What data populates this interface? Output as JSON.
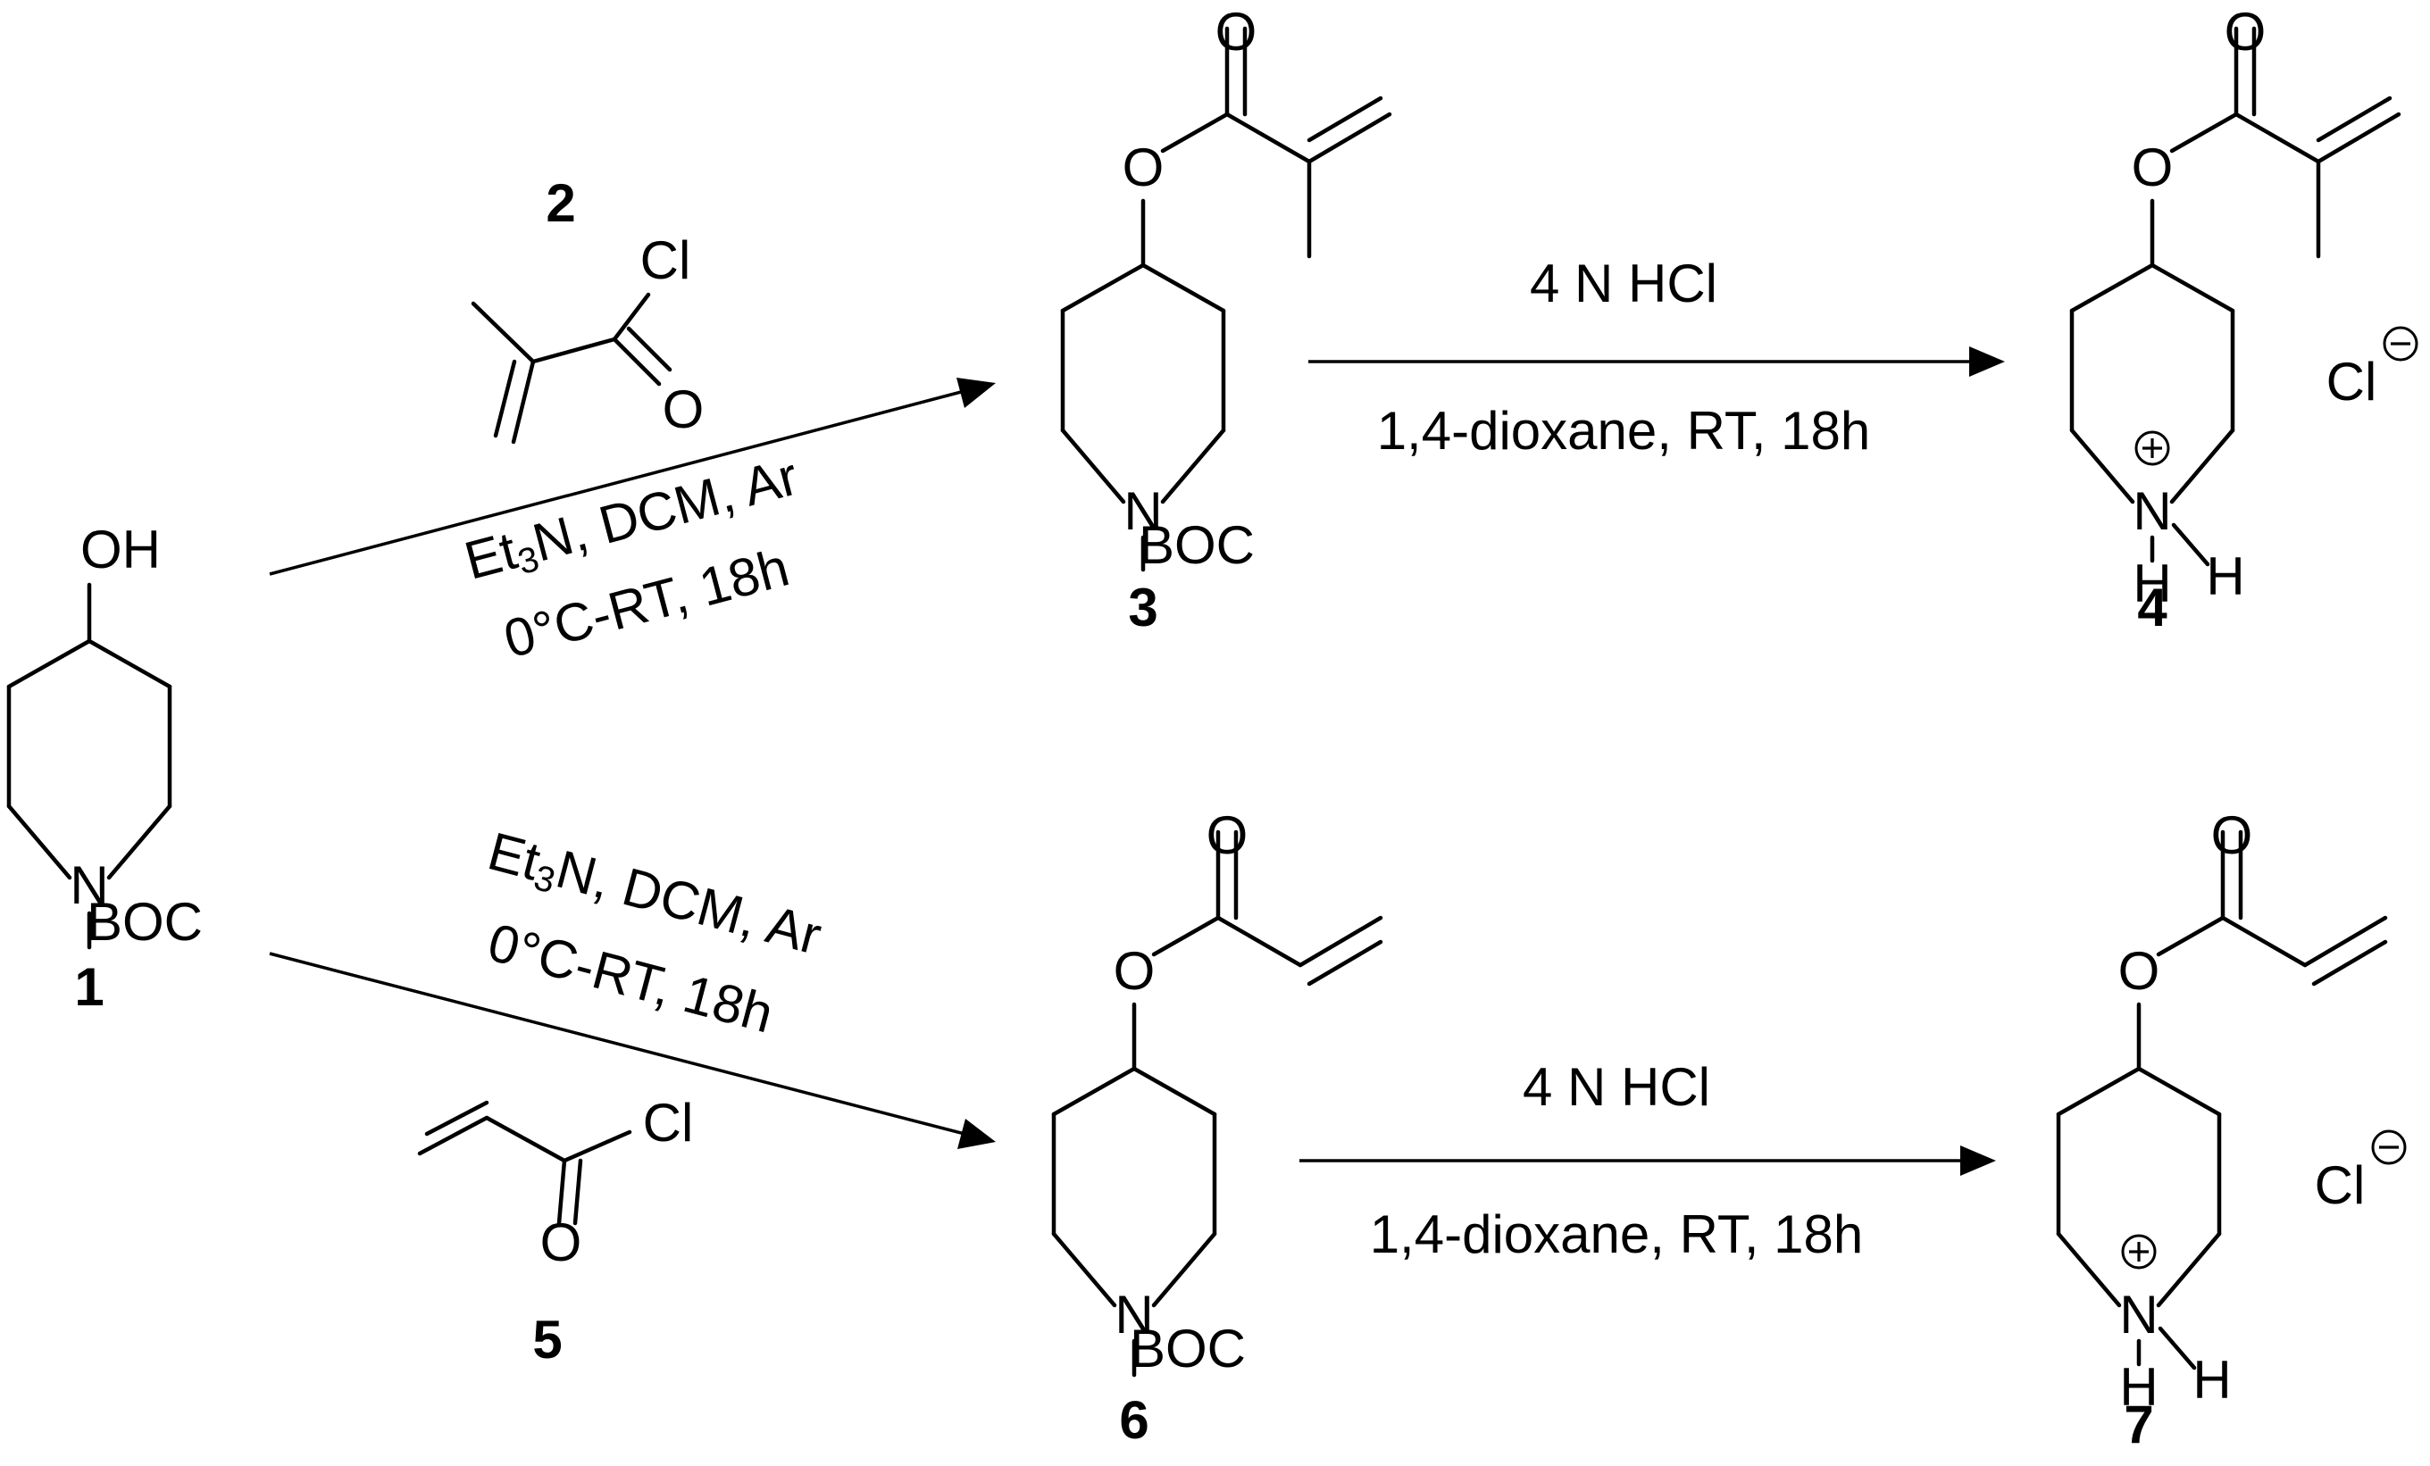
{
  "atoms": {
    "oxygen_hydroxyl": "OH",
    "nitrogen": "N",
    "boc": "BOC",
    "oxygen": "O",
    "chlorine": "Cl",
    "hydrogen": "H"
  },
  "compounds": {
    "c1": "1",
    "c2": "2",
    "c3": "3",
    "c4": "4",
    "c5": "5",
    "c6": "6",
    "c7": "7"
  },
  "conditions": {
    "base_main": "Et",
    "base_sub": "3",
    "base_rest": "N, DCM, Ar",
    "temp_time": "0°C-RT, 18h",
    "acid": "4 N HCl",
    "solvent": "1,4-dioxane, RT, 18h"
  }
}
